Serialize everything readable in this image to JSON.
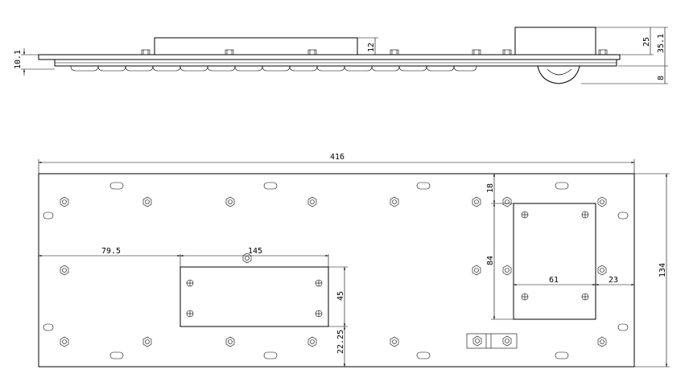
{
  "dimensions": {
    "plate_thickness": "10.1",
    "module_height": "12",
    "block_height": "25",
    "total_height": "35.1",
    "foot_height": "8",
    "overall_length": "416",
    "left_offset": "79.5",
    "module_width": "145",
    "module_depth": "45",
    "bottom_offset": "22.25",
    "top_offset_right": "18",
    "right_module_height": "84",
    "right_module_width": "61",
    "right_edge_offset": "23",
    "overall_depth": "134"
  }
}
